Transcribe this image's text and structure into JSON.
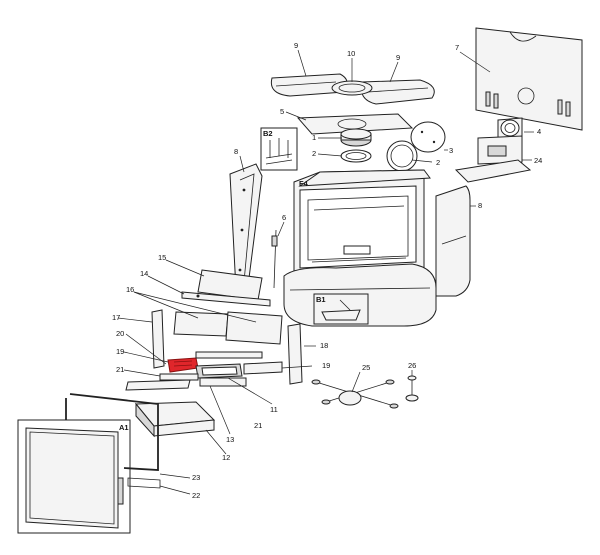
{
  "callouts": {
    "c1": "1",
    "c2a": "2",
    "c2b": "2",
    "c3": "3",
    "c4": "4",
    "c5": "5",
    "c6": "6",
    "c7": "7",
    "c8a": "8",
    "c8b": "8",
    "c9a": "9",
    "c9b": "9",
    "c10": "10",
    "c11": "11",
    "c12": "12",
    "c13": "13",
    "c14": "14",
    "c15": "15",
    "c16": "16",
    "c17": "17",
    "c18": "18",
    "c19a": "19",
    "c19b": "19",
    "c20": "20",
    "c21a": "21",
    "c21b": "21",
    "c22": "22",
    "c23": "23",
    "c24": "24",
    "c25": "25",
    "c26": "26"
  },
  "insets": {
    "a1": "A1",
    "b1": "B1",
    "b2": "B2",
    "f4": "F4"
  },
  "colors": {
    "highlight": "#e0262b",
    "line": "#222222"
  }
}
